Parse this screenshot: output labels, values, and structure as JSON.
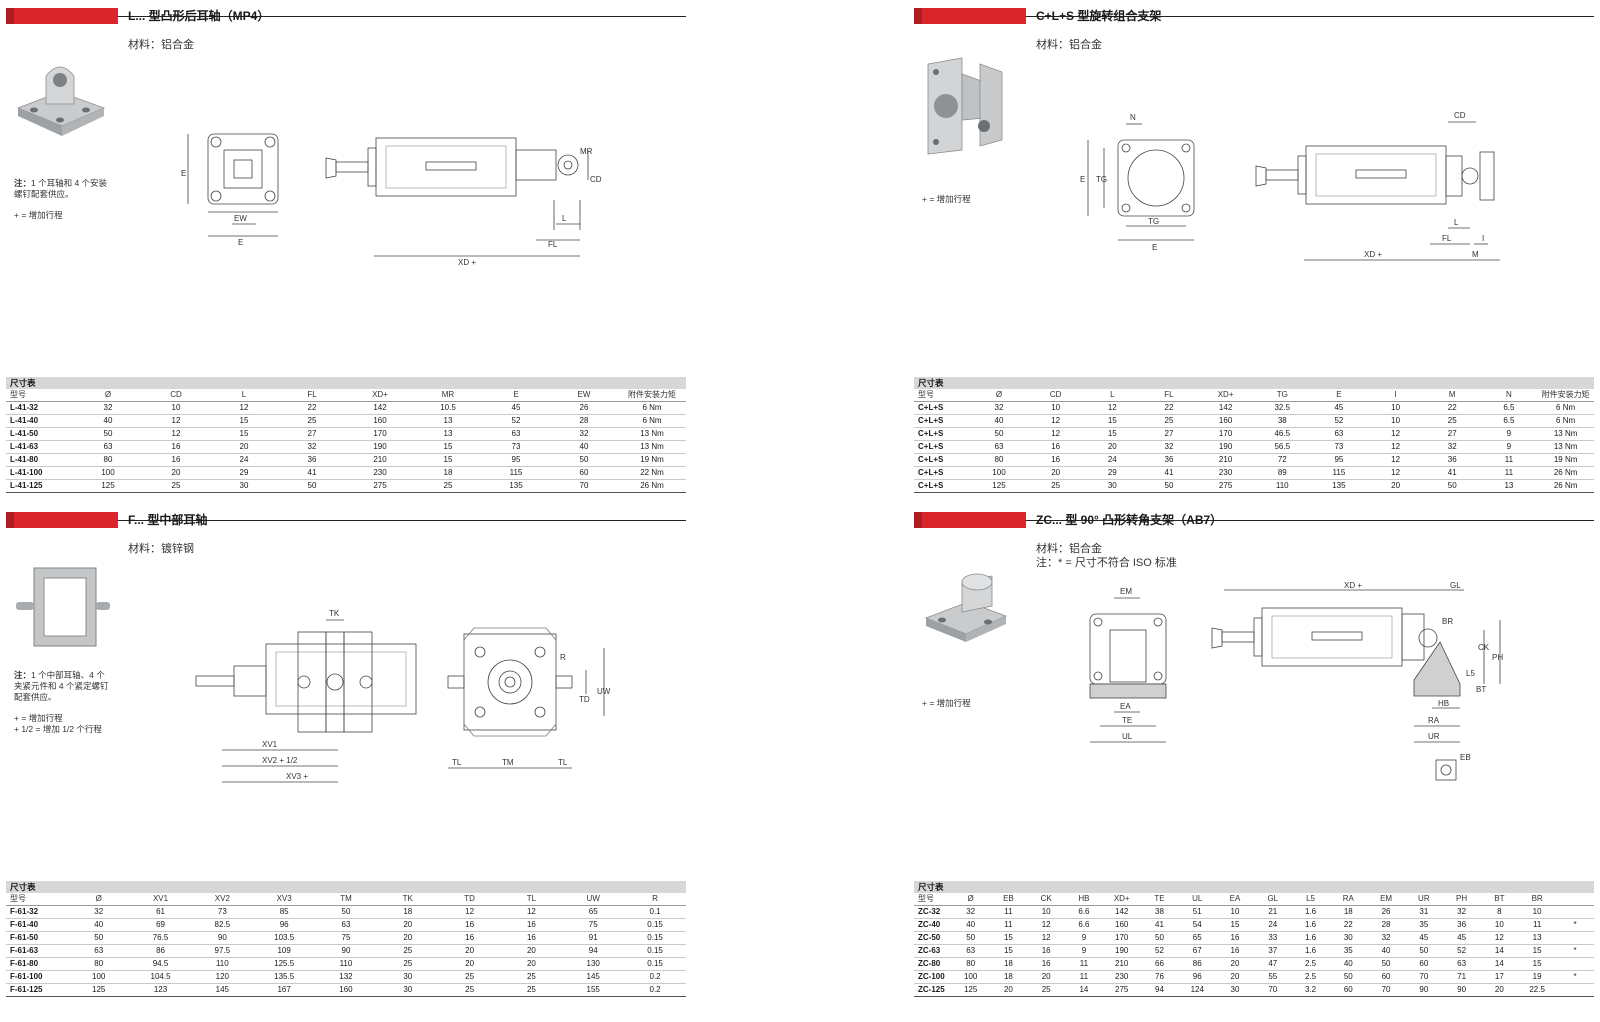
{
  "panels": [
    {
      "title": "L... 型凸形后耳轴（MP4）",
      "material": "材料：铝合金",
      "note_label": "注：",
      "note_text": "1 个耳轴和 4 个安装螺钉配套供应。",
      "note2": "+ = 增加行程",
      "table_title": "尺寸表",
      "headers": [
        "型号",
        "Ø",
        "CD",
        "L",
        "FL",
        "XD+",
        "MR",
        "E",
        "EW",
        "附件安装力矩"
      ],
      "rows": [
        [
          "L-41-32",
          "32",
          "10",
          "12",
          "22",
          "142",
          "10.5",
          "45",
          "26",
          "6 Nm"
        ],
        [
          "L-41-40",
          "40",
          "12",
          "15",
          "25",
          "160",
          "13",
          "52",
          "28",
          "6 Nm"
        ],
        [
          "L-41-50",
          "50",
          "12",
          "15",
          "27",
          "170",
          "13",
          "63",
          "32",
          "13 Nm"
        ],
        [
          "L-41-63",
          "63",
          "16",
          "20",
          "32",
          "190",
          "15",
          "73",
          "40",
          "13 Nm"
        ],
        [
          "L-41-80",
          "80",
          "16",
          "24",
          "36",
          "210",
          "15",
          "95",
          "50",
          "19 Nm"
        ],
        [
          "L-41-100",
          "100",
          "20",
          "29",
          "41",
          "230",
          "18",
          "115",
          "60",
          "22 Nm"
        ],
        [
          "L-41-125",
          "125",
          "25",
          "30",
          "50",
          "275",
          "25",
          "135",
          "70",
          "26 Nm"
        ]
      ],
      "drawing_labels": {
        "e": "E",
        "ew": "EW",
        "e2": "E",
        "xd": "XD +",
        "mr": "MR",
        "cd": "CD",
        "l": "L",
        "fl": "FL"
      }
    },
    {
      "title": "C+L+S 型旋转组合支架",
      "material": "材料：铝合金",
      "note2": "+ = 增加行程",
      "table_title": "尺寸表",
      "headers": [
        "型号",
        "Ø",
        "CD",
        "L",
        "FL",
        "XD+",
        "TG",
        "E",
        "I",
        "M",
        "N",
        "附件安装力矩"
      ],
      "rows": [
        [
          "C+L+S",
          "32",
          "10",
          "12",
          "22",
          "142",
          "32.5",
          "45",
          "10",
          "22",
          "6.5",
          "6 Nm"
        ],
        [
          "C+L+S",
          "40",
          "12",
          "15",
          "25",
          "160",
          "38",
          "52",
          "10",
          "25",
          "6.5",
          "6 Nm"
        ],
        [
          "C+L+S",
          "50",
          "12",
          "15",
          "27",
          "170",
          "46.5",
          "63",
          "12",
          "27",
          "9",
          "13 Nm"
        ],
        [
          "C+L+S",
          "63",
          "16",
          "20",
          "32",
          "190",
          "56.5",
          "73",
          "12",
          "32",
          "9",
          "13 Nm"
        ],
        [
          "C+L+S",
          "80",
          "16",
          "24",
          "36",
          "210",
          "72",
          "95",
          "12",
          "36",
          "11",
          "19 Nm"
        ],
        [
          "C+L+S",
          "100",
          "20",
          "29",
          "41",
          "230",
          "89",
          "115",
          "12",
          "41",
          "11",
          "26 Nm"
        ],
        [
          "C+L+S",
          "125",
          "25",
          "30",
          "50",
          "275",
          "110",
          "135",
          "20",
          "50",
          "13",
          "26 Nm"
        ]
      ],
      "drawing_labels": {
        "n": "N",
        "tg": "TG",
        "e": "E",
        "tg2": "TG",
        "e2": "E",
        "cd": "CD",
        "l": "L",
        "fl": "FL",
        "i": "I",
        "m": "M",
        "xd": "XD +"
      }
    },
    {
      "title": "F... 型中部耳轴",
      "material": "材料：镀锌钢",
      "note_label": "注：",
      "note_text": "1 个中部耳轴、4 个夹紧元件和 4 个紧定螺钉配套供应。",
      "note2": "+ = 增加行程",
      "note3": "+ 1/2 = 增加 1/2 个行程",
      "table_title": "尺寸表",
      "headers": [
        "型号",
        "Ø",
        "XV1",
        "XV2",
        "XV3",
        "TM",
        "TK",
        "TD",
        "TL",
        "UW",
        "R"
      ],
      "rows": [
        [
          "F-61-32",
          "32",
          "61",
          "73",
          "85",
          "50",
          "18",
          "12",
          "12",
          "65",
          "0.1"
        ],
        [
          "F-61-40",
          "40",
          "69",
          "82.5",
          "96",
          "63",
          "20",
          "16",
          "16",
          "75",
          "0.15"
        ],
        [
          "F-61-50",
          "50",
          "76.5",
          "90",
          "103.5",
          "75",
          "20",
          "16",
          "16",
          "91",
          "0.15"
        ],
        [
          "F-61-63",
          "63",
          "86",
          "97.5",
          "109",
          "90",
          "25",
          "20",
          "20",
          "94",
          "0.15"
        ],
        [
          "F-61-80",
          "80",
          "94.5",
          "110",
          "125.5",
          "110",
          "25",
          "20",
          "20",
          "130",
          "0.15"
        ],
        [
          "F-61-100",
          "100",
          "104.5",
          "120",
          "135.5",
          "132",
          "30",
          "25",
          "25",
          "145",
          "0.2"
        ],
        [
          "F-61-125",
          "125",
          "123",
          "145",
          "167",
          "160",
          "30",
          "25",
          "25",
          "155",
          "0.2"
        ]
      ],
      "drawing_labels": {
        "tk": "TK",
        "xv1": "XV1",
        "xv2": "XV2 + 1/2",
        "xv3": "XV3 +",
        "tl": "TL",
        "tm": "TM",
        "tl2": "TL",
        "td": "TD",
        "uw": "UW",
        "r": "R"
      }
    },
    {
      "title": "ZC... 型 90° 凸形转角支架（AB7）",
      "material": "材料：铝合金",
      "material2": "注：* = 尺寸不符合 ISO 标准",
      "note2": "+ = 增加行程",
      "table_title": "尺寸表",
      "headers": [
        "型号",
        "Ø",
        "EB",
        "CK",
        "HB",
        "XD+",
        "TE",
        "UL",
        "EA",
        "GL",
        "L5",
        "RA",
        "EM",
        "UR",
        "PH",
        "BT",
        "BR",
        ""
      ],
      "rows": [
        [
          "ZC-32",
          "32",
          "11",
          "10",
          "6.6",
          "142",
          "38",
          "51",
          "10",
          "21",
          "1.6",
          "18",
          "26",
          "31",
          "32",
          "8",
          "10",
          ""
        ],
        [
          "ZC-40",
          "40",
          "11",
          "12",
          "6.6",
          "160",
          "41",
          "54",
          "15",
          "24",
          "1.6",
          "22",
          "28",
          "35",
          "36",
          "10",
          "11",
          "*"
        ],
        [
          "ZC-50",
          "50",
          "15",
          "12",
          "9",
          "170",
          "50",
          "65",
          "16",
          "33",
          "1.6",
          "30",
          "32",
          "45",
          "45",
          "12",
          "13",
          ""
        ],
        [
          "ZC-63",
          "63",
          "15",
          "16",
          "9",
          "190",
          "52",
          "67",
          "16",
          "37",
          "1.6",
          "35",
          "40",
          "50",
          "52",
          "14",
          "15",
          "*"
        ],
        [
          "ZC-80",
          "80",
          "18",
          "16",
          "11",
          "210",
          "66",
          "86",
          "20",
          "47",
          "2.5",
          "40",
          "50",
          "60",
          "63",
          "14",
          "15",
          ""
        ],
        [
          "ZC-100",
          "100",
          "18",
          "20",
          "11",
          "230",
          "76",
          "96",
          "20",
          "55",
          "2.5",
          "50",
          "60",
          "70",
          "71",
          "17",
          "19",
          "*"
        ],
        [
          "ZC-125",
          "125",
          "20",
          "25",
          "14",
          "275",
          "94",
          "124",
          "30",
          "70",
          "3.2",
          "60",
          "70",
          "90",
          "90",
          "20",
          "22.5",
          ""
        ]
      ],
      "drawing_labels": {
        "em": "EM",
        "xd": "XD +",
        "gl": "GL",
        "br": "BR",
        "ck": "CK",
        "ph": "PH",
        "l5": "L5",
        "bt": "BT",
        "hb": "HB",
        "ea": "EA",
        "te": "TE",
        "ul": "UL",
        "ra": "RA",
        "ur": "UR",
        "eb": "EB"
      }
    }
  ]
}
